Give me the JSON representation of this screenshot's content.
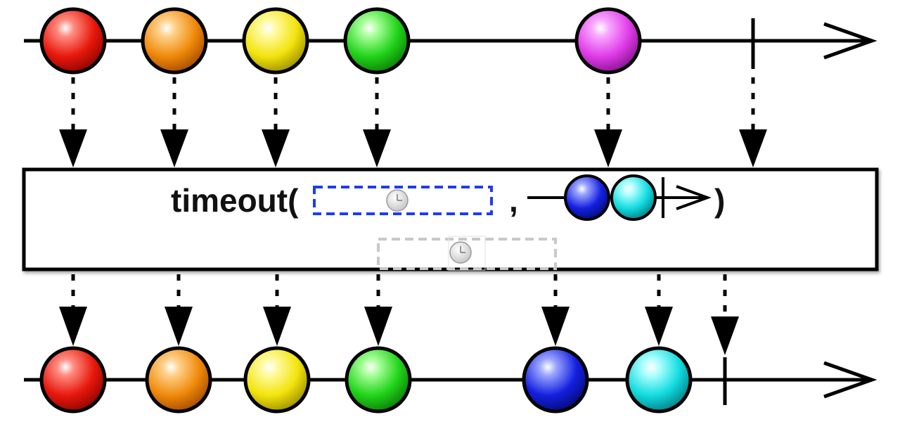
{
  "operator": {
    "name": "timeout(",
    "separator": ",",
    "close": ")"
  },
  "colors": {
    "red": "#e8180c",
    "orange": "#f08a0a",
    "yellow": "#f2e40c",
    "green": "#22d41a",
    "magenta": "#e03ce8",
    "blue": "#1420e0",
    "cyan": "#12dce0",
    "timer_box_active": "#1f3cf0",
    "timer_box_inactive": "#c8c8c8",
    "line": "#000000"
  },
  "source_stream": {
    "marbles": [
      "red",
      "orange",
      "yellow",
      "green",
      "magenta"
    ],
    "completes": true
  },
  "fallback_stream": {
    "marbles": [
      "blue",
      "cyan"
    ],
    "completes": true
  },
  "result_stream": {
    "marbles": [
      "red",
      "orange",
      "yellow",
      "green",
      "blue",
      "cyan"
    ],
    "completes": true
  },
  "icons": [
    "clock-icon"
  ]
}
